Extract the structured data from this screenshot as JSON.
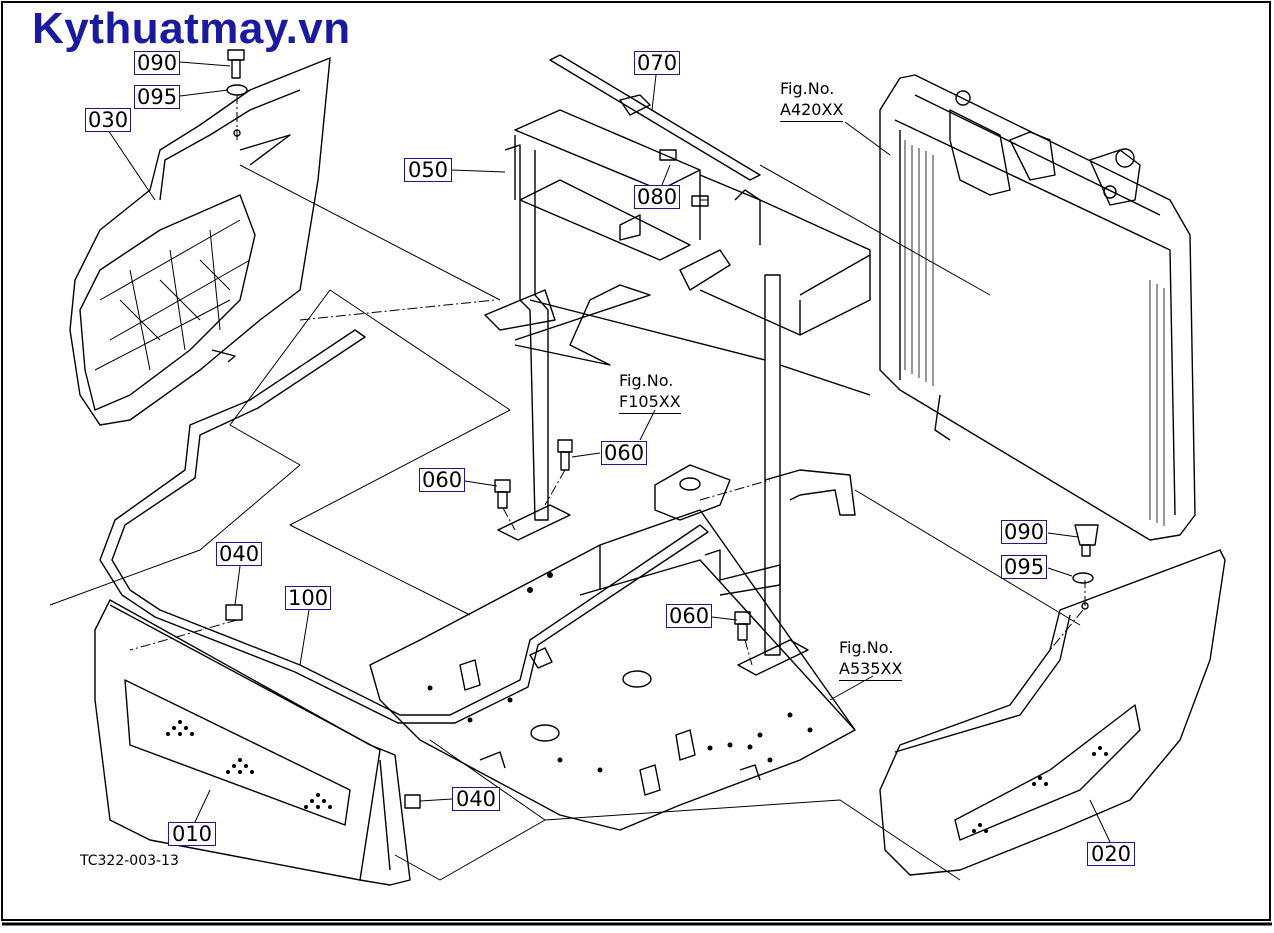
{
  "watermark": "Kythuatmay.vn",
  "drawing_code": "TC322-003-13",
  "callouts": {
    "c090_left": "090",
    "c095_left": "095",
    "c030": "030",
    "c050": "050",
    "c070": "070",
    "c080": "080",
    "c060_a": "060",
    "c060_b": "060",
    "c060_c": "060",
    "c040_top": "040",
    "c040_bottom": "040",
    "c100": "100",
    "c010": "010",
    "c090_right": "090",
    "c095_right": "095",
    "c020": "020"
  },
  "fig_refs": {
    "radiator": {
      "label": "Fig.No.",
      "number": "A420XX"
    },
    "frame": {
      "label": "Fig.No.",
      "number": "F105XX"
    },
    "floor": {
      "label": "Fig.No.",
      "number": "A535XX"
    }
  },
  "colors": {
    "callout_border": "#1a1a8c",
    "watermark": "#1a1aa0",
    "line": "#000000"
  }
}
